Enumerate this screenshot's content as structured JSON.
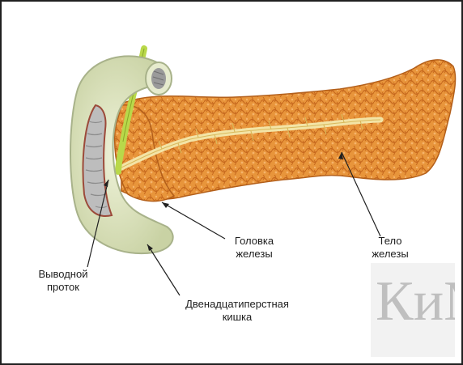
{
  "labels": {
    "head": [
      "Головка",
      "железы"
    ],
    "body": [
      "Тело",
      "железы"
    ],
    "duct": [
      "Выводной",
      "проток"
    ],
    "duodenum": [
      "Двенадцатиперстная",
      "кишка"
    ]
  },
  "watermark": {
    "text": "КиМ"
  },
  "colors": {
    "gland": "#e8953b",
    "gland_dark": "#c7691e",
    "duodenum": "#dfe6c3",
    "duodenum_edge": "#a8b28a",
    "duct": "#f3e4a6",
    "bile_duct": "#b9d84a",
    "mucosa": "#8c8c8c"
  }
}
